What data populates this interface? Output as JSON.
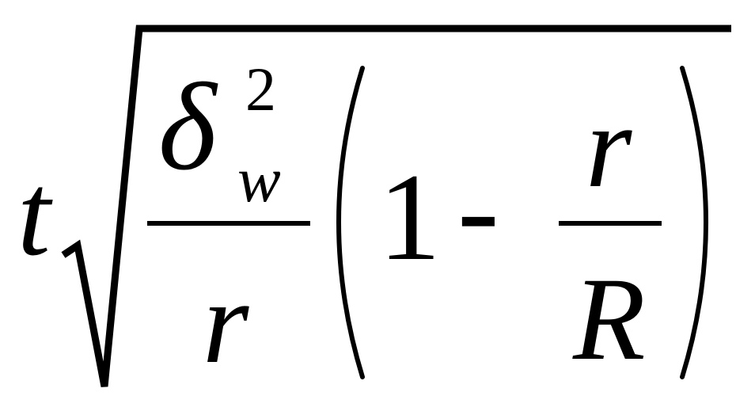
{
  "formula": {
    "coefficient": "t",
    "radicand": {
      "fraction": {
        "numerator": {
          "base": "δ",
          "exponent": "2",
          "subscript": "w"
        },
        "denominator": "r"
      },
      "factor": {
        "one": "1",
        "operator": "-",
        "fraction": {
          "numerator": "r",
          "denominator": "R"
        }
      }
    }
  }
}
